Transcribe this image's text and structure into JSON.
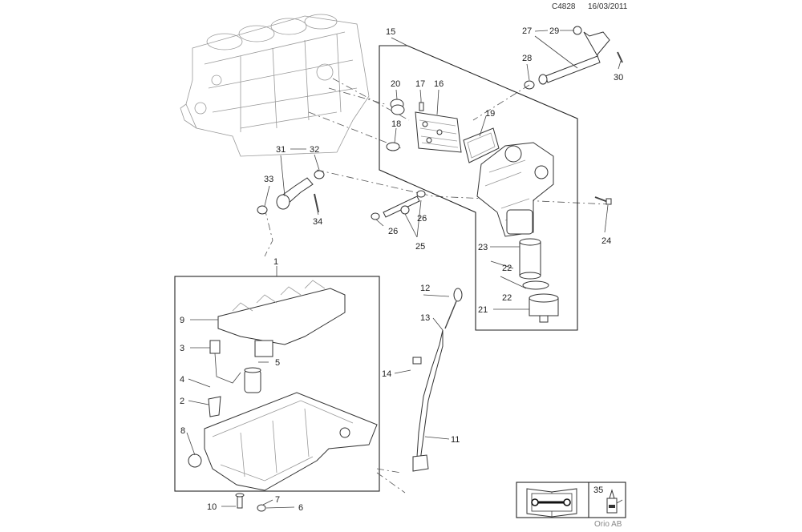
{
  "header": {
    "code": "C4828",
    "date": "16/03/2011"
  },
  "brand": "Orio AB",
  "callouts": {
    "p1": "1",
    "p2": "2",
    "p3": "3",
    "p4": "4",
    "p5": "5",
    "p6": "6",
    "p7": "7",
    "p8": "8",
    "p9": "9",
    "p10": "10",
    "p11": "11",
    "p12": "12",
    "p13": "13",
    "p14": "14",
    "p15": "15",
    "p16": "16",
    "p17": "17",
    "p18": "18",
    "p19": "19",
    "p20": "20",
    "p21": "21",
    "p22a": "22",
    "p22b": "22",
    "p23": "23",
    "p24": "24",
    "p25": "25",
    "p26a": "26",
    "p26b": "26",
    "p27": "27",
    "p28": "28",
    "p29": "29",
    "p30": "30",
    "p31": "31",
    "p32": "32",
    "p33": "33",
    "p34": "34",
    "p35": "35"
  },
  "icons": {
    "manual": "repair-manual-icon",
    "lubricant": "oil-can-icon"
  }
}
